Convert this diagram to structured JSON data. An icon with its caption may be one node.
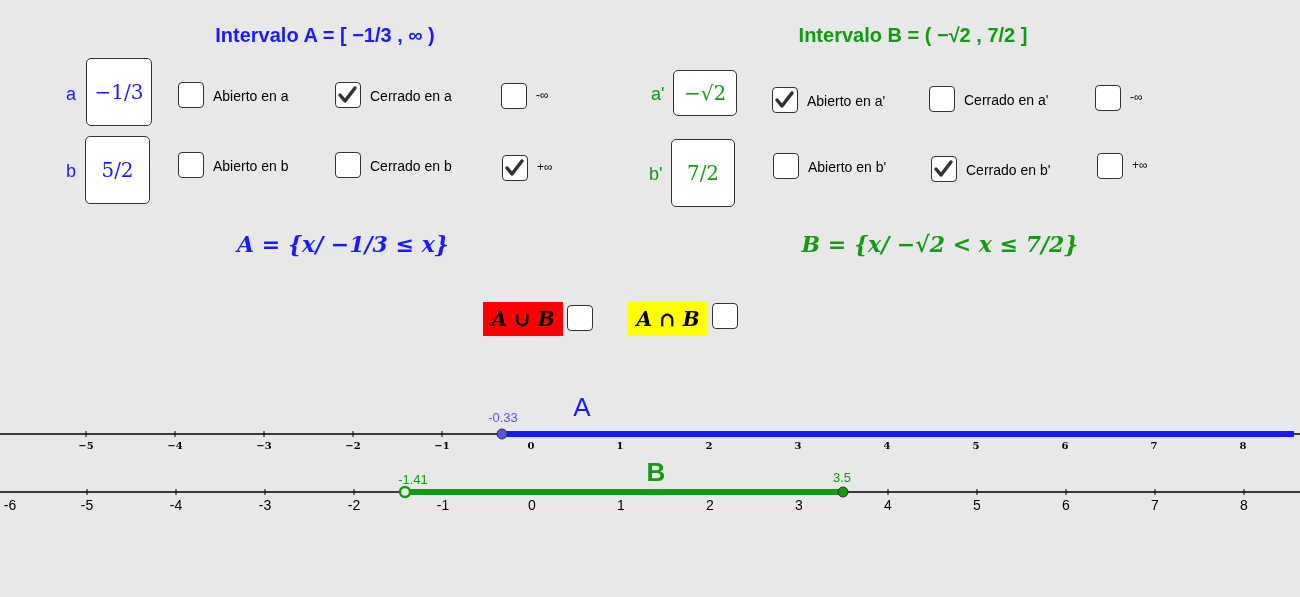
{
  "diagram": {
    "nodes": [
      {
        "text": [
          "−1/3"
        ],
        "beside": [
          "a"
        ]
      },
      {
        "text": [],
        "shape": "box",
        "beside": [
          "Abierto en a"
        ]
      },
      {
        "text": [],
        "shape": "box",
        "beside": [
          "Cerrado en a"
        ]
      },
      {
        "text": [],
        "shape": "box",
        "beside": [
          "-∞"
        ]
      },
      {
        "text": [
          "−√2"
        ],
        "beside": [
          "a'"
        ]
      },
      {
        "text": [],
        "shape": "box",
        "beside": [
          "Abierto en a'"
        ]
      },
      {
        "text": [],
        "shape": "box",
        "beside": [
          "Cerrado en a'"
        ]
      },
      {
        "text": [],
        "shape": "box",
        "beside": [
          "-∞"
        ]
      },
      {
        "text": [
          "5/2"
        ],
        "beside": [
          "b"
        ]
      },
      {
        "text": [],
        "shape": "box",
        "beside": [
          "Abierto en b"
        ]
      },
      {
        "text": [],
        "shape": "box",
        "beside": [
          "Cerrado en b"
        ]
      },
      {
        "text": [],
        "shape": "box",
        "beside": [
          "+∞"
        ]
      },
      {
        "text": [
          "7/2"
        ],
        "beside": [
          "b'"
        ]
      },
      {
        "text": [],
        "shape": "box",
        "beside": [
          "Abierto en b'"
        ]
      },
      {
        "text": [],
        "shape": "box",
        "beside": [
          "Cerrado en b'"
        ]
      },
      {
        "text": [],
        "shape": "box",
        "beside": [
          "+∞"
        ]
      },
      {
        "text": [
          "A ∪ B"
        ]
      },
      {
        "text": [],
        "shape": "box"
      },
      {
        "text": [
          "A ∩ B"
        ]
      },
      {
        "text": [],
        "shape": "box"
      }
    ],
    "labels": [
      "Intervalo A = [ −1/3 , ∞ )",
      "Intervalo B = ( −√2 , 7/2 ]",
      "A = {x/ −1/3 ≤ x}",
      "B = {x/ −√2 < x ≤ 7/2}",
      "A",
      "-0.33",
      "−5",
      "−4",
      "−3",
      "−2",
      "−1",
      "0",
      "1",
      "2",
      "3",
      "4",
      "5",
      "6",
      "7",
      "8",
      "-1.41",
      "B",
      "3.5",
      "-6",
      "-5",
      "-4",
      "-3",
      "-2",
      "-1",
      "0",
      "1",
      "2",
      "3",
      "4",
      "5",
      "6",
      "7",
      "8"
    ]
  }
}
